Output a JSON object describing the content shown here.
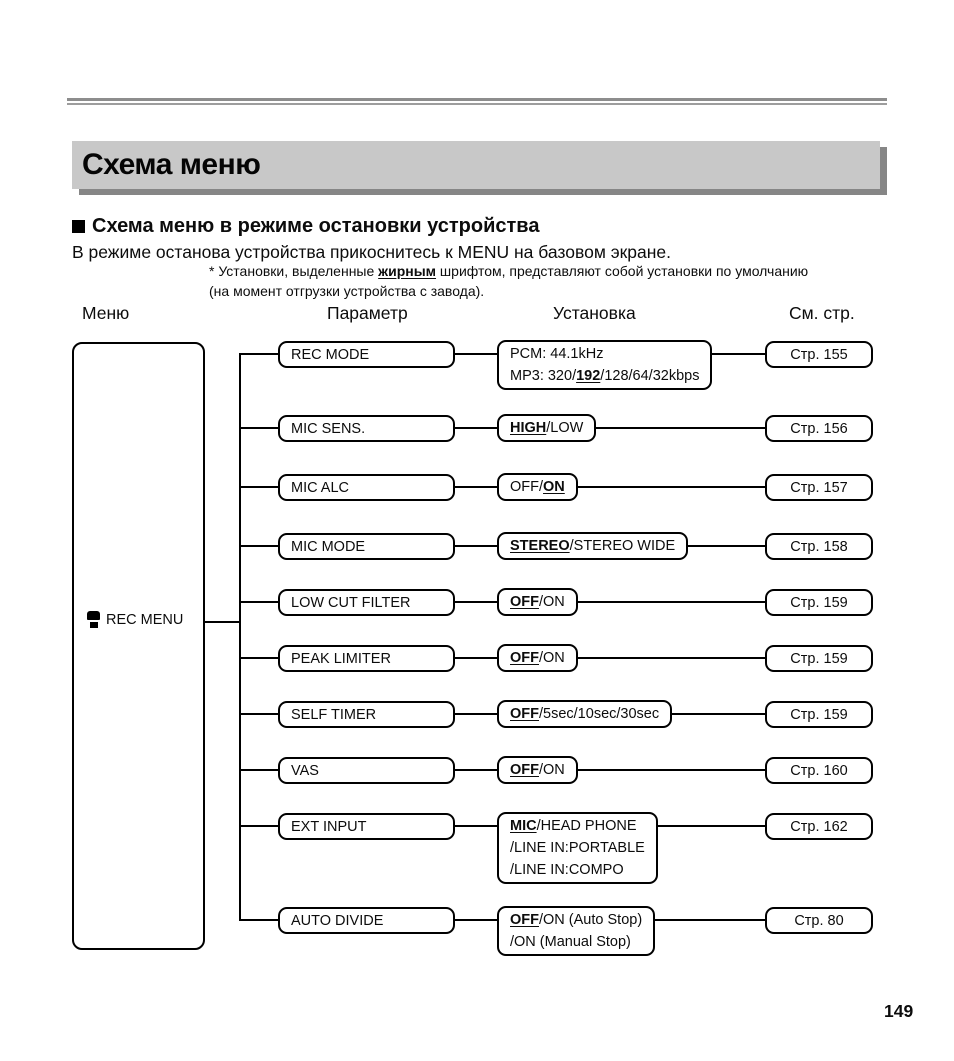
{
  "header": {
    "title": "Схема меню",
    "bar_bg": "#c8c8c8",
    "bar_shadow": "#868686"
  },
  "section": {
    "heading": "Схема меню в режиме остановки устройства",
    "intro": "В режиме останова устройства прикоснитесь к MENU на базовом экране.",
    "note": {
      "prefix": "* Установки, выделенные ",
      "bold": "жирным",
      "suffix": " шрифтом, представляют собой установки по умолчанию",
      "line2": "(на момент отгрузки устройства с завода)."
    }
  },
  "columns": {
    "menu": "Меню",
    "param": "Параметр",
    "setting": "Установка",
    "page": "См. стр."
  },
  "menu": {
    "label": "REC MENU",
    "icon": "microphone-icon"
  },
  "rows": [
    {
      "param": "REC MODE",
      "setting_lines": [
        [
          {
            "t": "PCM: 44.1kHz",
            "d": false
          }
        ],
        [
          {
            "t": "MP3: 320/",
            "d": false
          },
          {
            "t": "192",
            "d": true
          },
          {
            "t": "/128/64/32kbps",
            "d": false
          }
        ]
      ],
      "page": "Стр. 155"
    },
    {
      "param": "MIC SENS.",
      "setting_lines": [
        [
          {
            "t": "HIGH",
            "d": true
          },
          {
            "t": "/LOW",
            "d": false
          }
        ]
      ],
      "page": "Стр. 156"
    },
    {
      "param": "MIC ALC",
      "setting_lines": [
        [
          {
            "t": "OFF/",
            "d": false
          },
          {
            "t": "ON",
            "d": true
          }
        ]
      ],
      "page": "Стр. 157"
    },
    {
      "param": "MIC MODE",
      "setting_lines": [
        [
          {
            "t": "STEREO",
            "d": true
          },
          {
            "t": "/STEREO WIDE",
            "d": false
          }
        ]
      ],
      "page": "Стр. 158"
    },
    {
      "param": "LOW CUT FILTER",
      "setting_lines": [
        [
          {
            "t": "OFF",
            "d": true
          },
          {
            "t": "/ON",
            "d": false
          }
        ]
      ],
      "page": "Стр. 159"
    },
    {
      "param": "PEAK LIMITER",
      "setting_lines": [
        [
          {
            "t": "OFF",
            "d": true
          },
          {
            "t": "/ON",
            "d": false
          }
        ]
      ],
      "page": "Стр. 159"
    },
    {
      "param": "SELF TIMER",
      "setting_lines": [
        [
          {
            "t": "OFF",
            "d": true
          },
          {
            "t": "/5sec/10sec/30sec",
            "d": false
          }
        ]
      ],
      "page": "Стр. 159"
    },
    {
      "param": "VAS",
      "setting_lines": [
        [
          {
            "t": "OFF",
            "d": true
          },
          {
            "t": "/ON",
            "d": false
          }
        ]
      ],
      "page": "Стр. 160"
    },
    {
      "param": "EXT INPUT",
      "setting_lines": [
        [
          {
            "t": "MIC",
            "d": true
          },
          {
            "t": "/HEAD PHONE",
            "d": false
          }
        ],
        [
          {
            "t": "/LINE IN:PORTABLE",
            "d": false
          }
        ],
        [
          {
            "t": "/LINE IN:COMPO",
            "d": false
          }
        ]
      ],
      "page": "Стр. 162"
    },
    {
      "param": "AUTO DIVIDE",
      "setting_lines": [
        [
          {
            "t": "OFF",
            "d": true
          },
          {
            "t": "/ON (Auto Stop)",
            "d": false
          }
        ],
        [
          {
            "t": "/ON (Manual Stop)",
            "d": false
          }
        ]
      ],
      "page": "Стр. 80"
    }
  ],
  "page_number": "149"
}
